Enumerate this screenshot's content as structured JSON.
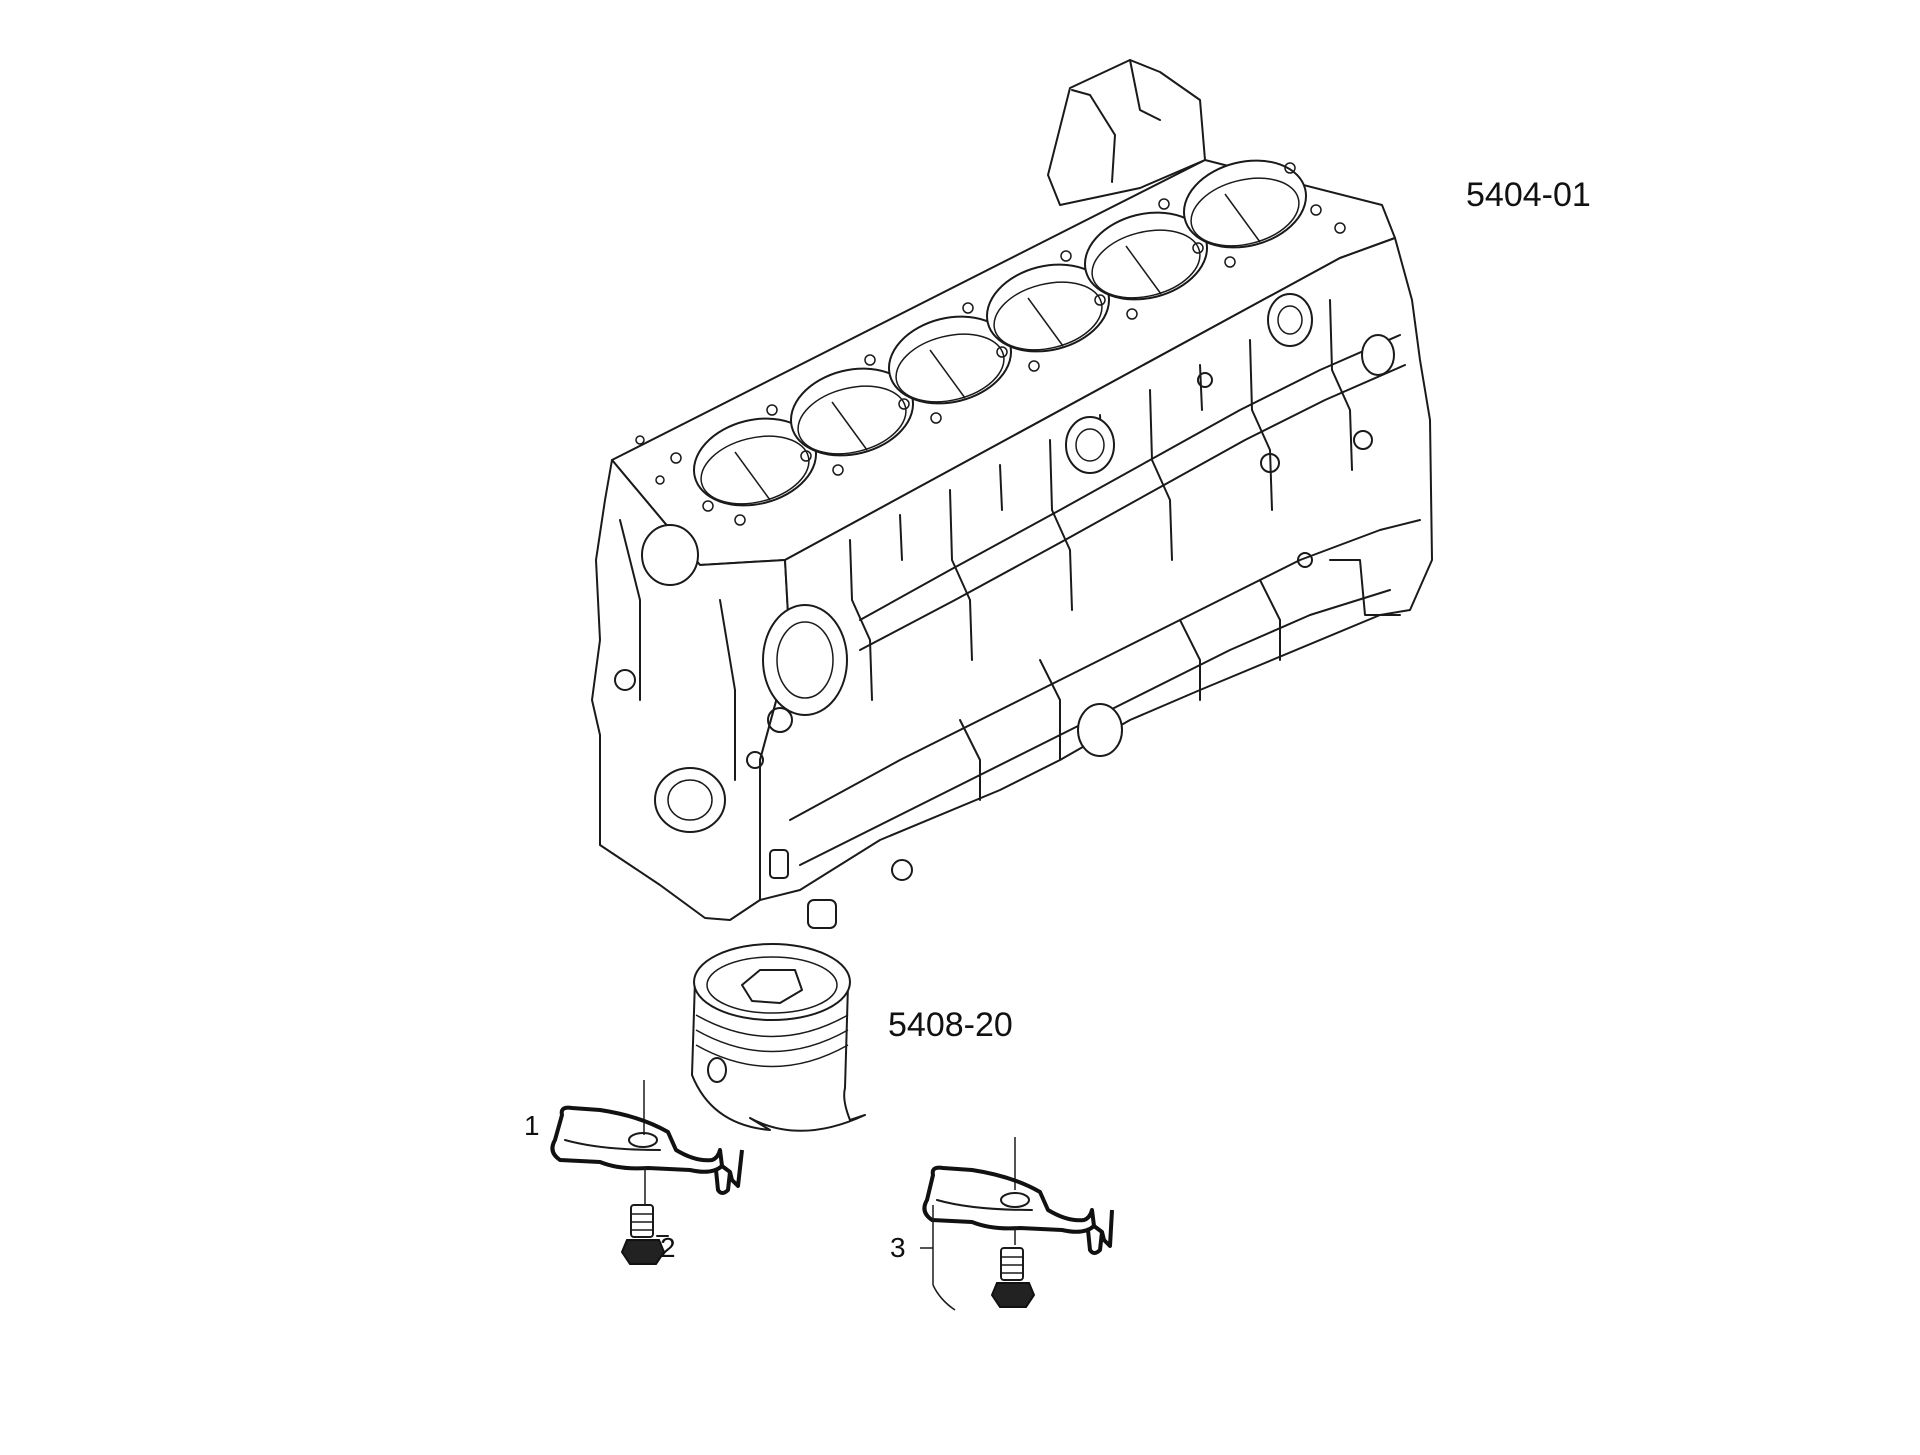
{
  "diagram": {
    "labels": {
      "engine_block_ref": "5404-01",
      "piston_ref": "5408-20",
      "part_1": "1",
      "part_2": "2",
      "part_3": "3"
    },
    "icons": {
      "engine_block": "engine-block-icon",
      "piston": "piston-icon",
      "nozzle_left": "piston-cooling-nozzle-icon",
      "bolt_left": "bolt-icon",
      "nozzle_right": "piston-cooling-nozzle-icon",
      "bolt_right": "bolt-icon"
    }
  }
}
